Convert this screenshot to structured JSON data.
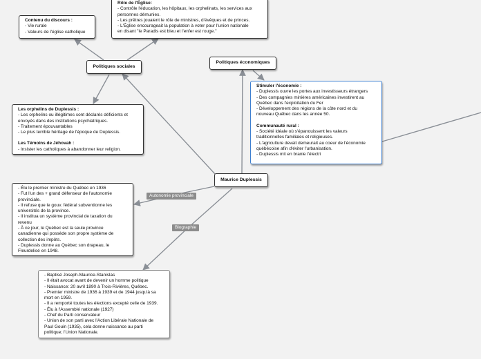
{
  "map": {
    "root": {
      "label": "Maurice Duplessis"
    },
    "topics": {
      "sociales": "Politiques sociales",
      "economiques": "Politiques économiques"
    },
    "tags": {
      "autonomie": "Autonomie provinciale",
      "biographie": "Biographie"
    },
    "notes": {
      "discours": {
        "lines": [
          {
            "text": "Contenu du discours :",
            "bold": true
          },
          {
            "text": "- Vie rurale"
          },
          {
            "text": "- Valeurs de l'église catholique"
          }
        ]
      },
      "eglise": {
        "lines": [
          {
            "text": "Rôle de l'Église:",
            "bold": true
          },
          {
            "text": "- Contrôle l'éducation, les hôpitaux, les orphelinats, les services aux"
          },
          {
            "text": "personnes démunies."
          },
          {
            "text": "- Les prêtres jouaient le rôle de ministres, d'évêques et de princes."
          },
          {
            "text": "- L'Église encourageait la population à voter pour l'union nationale"
          },
          {
            "text": "en disant \"le Paradis est bleu et l'enfer est rouge.\""
          }
        ]
      },
      "orphelins": {
        "lines": [
          {
            "text": "Les orphelins de Duplessis :",
            "bold": true
          },
          {
            "text": "- Les orphelins ou illégitimes sont déclarés déficients et"
          },
          {
            "text": "envoyés dans des institutions psychiatriques."
          },
          {
            "text": "- Traitement épouvantables"
          },
          {
            "text": "- Le plus terrible héritage de l'époque de Duplessis."
          },
          {
            "gap": true
          },
          {
            "text": "Les Témoins de Jéhovah :",
            "bold": true
          },
          {
            "text": "- Insister les catholiques à abandonner leur religion."
          }
        ]
      },
      "economie": {
        "lines": [
          {
            "text": "Stimuler l'économie :",
            "bold": true
          },
          {
            "text": "- Duplessis ouvre les portes aux investisseurs étrangers"
          },
          {
            "text": "- Des compagnies minières américaines investirent au"
          },
          {
            "text": "Québec dans l'exploitation du Fer"
          },
          {
            "text": "- Développement des régions de la côte nord et du"
          },
          {
            "text": "nouveau Québec dans les année 50."
          },
          {
            "gap": true
          },
          {
            "text": "Communauté rural :",
            "bold": true
          },
          {
            "text": "- Société idéale où s'épanouissent les valeurs"
          },
          {
            "text": "traditionnelles familiales et religieuses."
          },
          {
            "text": "- L'agriculture devait demeurait au coeur de l'économie"
          },
          {
            "text": "québécoise afin d'éviter l'urbanisation."
          },
          {
            "text": "- Duplessis mit en branle l'électri"
          }
        ]
      },
      "autonomie": {
        "lines": [
          {
            "text": "- Élu le premier ministre du Québec en 1936"
          },
          {
            "text": "- Fut l'un des + grand défenseur de l'autonomie"
          },
          {
            "text": "provinciale."
          },
          {
            "text": "- Il refuse que le gouv. fédéral subventionne les"
          },
          {
            "text": "universités de la province."
          },
          {
            "text": "- Il institua un système provincial de taxation du"
          },
          {
            "text": "revenu"
          },
          {
            "text": "- À ce jour, le Québec est la seule province"
          },
          {
            "text": "canadienne qui possède son propre système de"
          },
          {
            "text": "collection des impôts."
          },
          {
            "text": "- Duplessis donne au Québec son drapeau, le"
          },
          {
            "text": "Fleurdelisé en 1948."
          }
        ]
      },
      "biographie": {
        "lines": [
          {
            "text": "- Baptisé Joseph-Maurice-Stanislas"
          },
          {
            "text": "- Il était avocat avant de devenir un homme politique"
          },
          {
            "text": "- Naissance: 20 avril 1890 à Trois-Rivières,  Québec."
          },
          {
            "text": "- Premier ministre de 1936 à 1939 et de 1944 jusqu'à sa"
          },
          {
            "text": "mort en 1959."
          },
          {
            "text": "- Il a remporté toutes les élections excepté celle de 1939."
          },
          {
            "text": "- Élu à l'Assemblé nationale (1927)"
          },
          {
            "text": "- Chef du Parti conservateur"
          },
          {
            "text": "- Union de son parti avec l'Action Libérale Nationale de"
          },
          {
            "text": "Paul Gouin (1935), cela donne naissance au parti"
          },
          {
            "text": "politique; l'Union Nationale."
          }
        ]
      }
    }
  }
}
